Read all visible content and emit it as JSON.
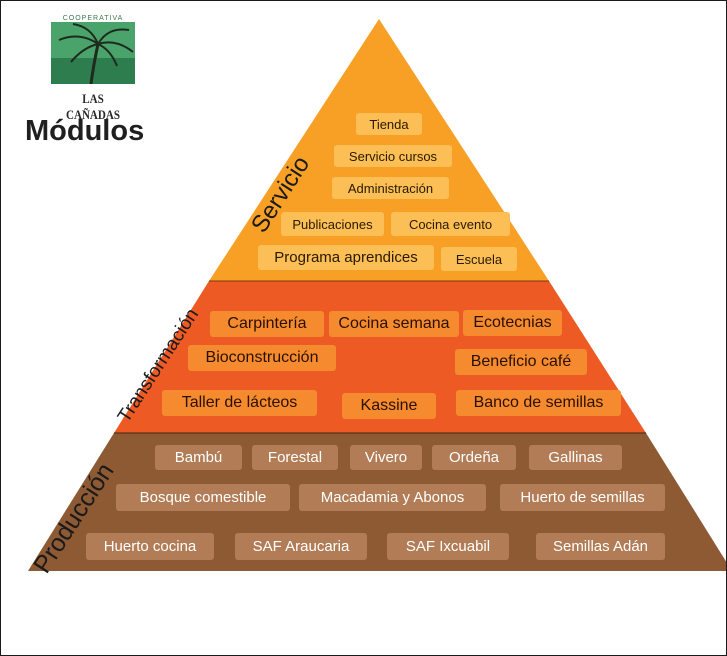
{
  "logo": {
    "top_text": "COOPERATIVA",
    "bottom_text": "LAS CAÑADAS"
  },
  "title": "Módulos",
  "colors": {
    "servicio": "#f7a025",
    "transformacion": "#ee5a24",
    "produccion": "#8e5a34"
  },
  "tiers": [
    {
      "name": "Servicio",
      "modules": [
        "Tienda",
        "Servicio cursos",
        "Administración",
        "Publicaciones",
        "Cocina evento",
        "Programa aprendices",
        "Escuela"
      ]
    },
    {
      "name": "Transformación",
      "modules": [
        "Carpintería",
        "Cocina semana",
        "Ecotecnias",
        "Bioconstrucción",
        "Beneficio café",
        "Taller de lácteos",
        "Kassine",
        "Banco de semillas"
      ]
    },
    {
      "name": "Producción",
      "modules": [
        "Bambú",
        "Forestal",
        "Vivero",
        "Ordeña",
        "Gallinas",
        "Bosque comestible",
        "Macadamia y Abonos",
        "Huerto de semillas",
        "Huerto cocina",
        "SAF Araucaria",
        "SAF Ixcuabil",
        "Semillas Adán"
      ]
    }
  ]
}
